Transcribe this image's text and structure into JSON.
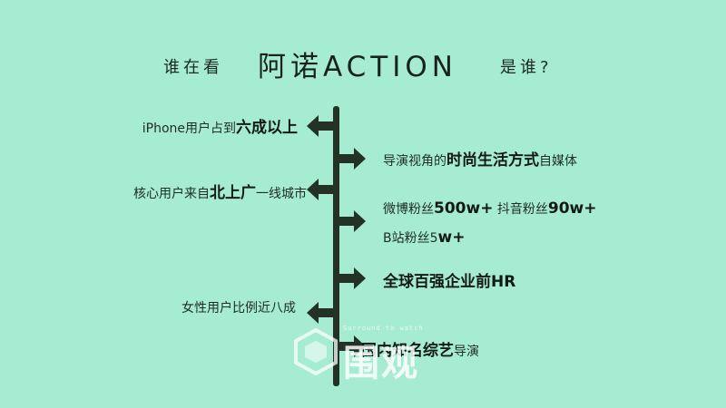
{
  "title": {
    "prefix": "谁在看",
    "brand": "阿诺ACTION",
    "suffix": "是谁?"
  },
  "left_items": [
    {
      "normal": "iPhone用户占到",
      "bold": "六成以上",
      "tail": ""
    },
    {
      "normal": "核心用户来自",
      "bold": "北上广",
      "tail": "一线城市"
    },
    {
      "normal": "女性用户比例近八成",
      "bold": "",
      "tail": ""
    }
  ],
  "right_items": [
    {
      "normal": "导演视角的",
      "bold": "时尚生活方式",
      "tail": "自媒体"
    },
    {
      "normal": "微博粉丝",
      "bold": "500w+",
      "normal2": " 抖音粉丝",
      "bold2": "90w+"
    },
    {
      "normal": "B站粉丝",
      "normal_small": "5",
      "bold": "w+"
    },
    {
      "normal": "",
      "bold": "全球百强企业前HR",
      "tail": ""
    },
    {
      "normal": "",
      "bold": "国内知名综艺",
      "tail": "导演"
    }
  ],
  "watermark": {
    "small": "Surround to watch",
    "big": "围观"
  },
  "colors": {
    "background": "#a6ecd2",
    "spine": "#233127",
    "text": "#1f2c25"
  }
}
